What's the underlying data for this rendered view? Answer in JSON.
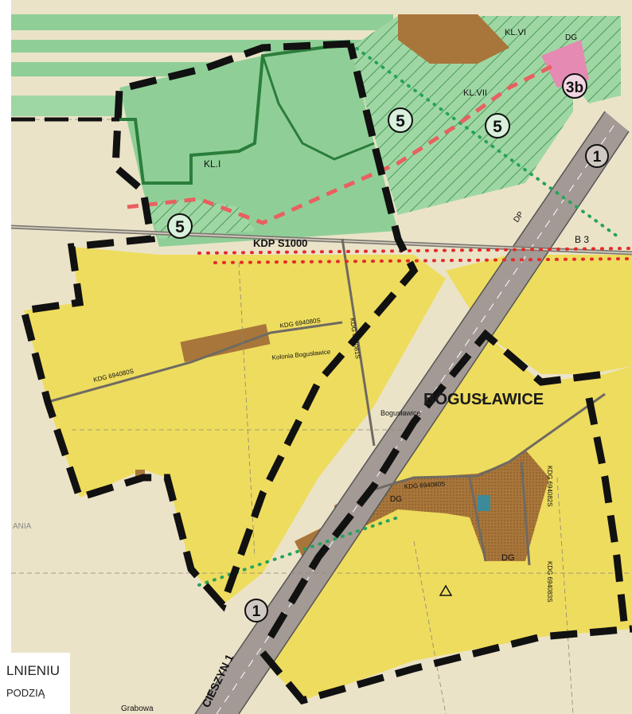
{
  "map": {
    "settlement_label": "BOGUSŁAWICE",
    "settlement_sublabel": "Bogusławice",
    "kolonia_label": "Kolonia Bogusławice",
    "road_labels": {
      "kdp": "KDP S1000",
      "kdg_top": "KDG 694080S",
      "kdg_left": "KDG 694080S",
      "kdg_vertical": "KDG 694081S",
      "kdg_center": "KDG 694080S",
      "kdg_south1": "KDG 694082S",
      "kdg_south2": "KDG 694083S",
      "cieszyn": "CIESZYN 1",
      "grabowa": "Grabowa"
    },
    "zone_labels": {
      "kl1": "KL.I",
      "kl6": "KL.VI",
      "kl7": "KL.VII",
      "dg": "DG",
      "dp": "DP",
      "b3": "B 3"
    },
    "circled_markers": {
      "m5a": "5",
      "m5b": "5",
      "m5c": "5",
      "m1_top": "1",
      "m1_bottom": "1",
      "m3b": "3b"
    },
    "legend_fragments": {
      "line1": "LNIENIU",
      "line2": "PODZIĄ",
      "side": "ANIA"
    },
    "colors": {
      "yellow_zone": "#eedc5e",
      "green_zone": "#8fcf97",
      "brown_zone": "#a8763a",
      "road": "#a39a95",
      "boundary": "#111111",
      "red_dots": "#e52a2a",
      "green_dots": "#26a35a"
    }
  }
}
